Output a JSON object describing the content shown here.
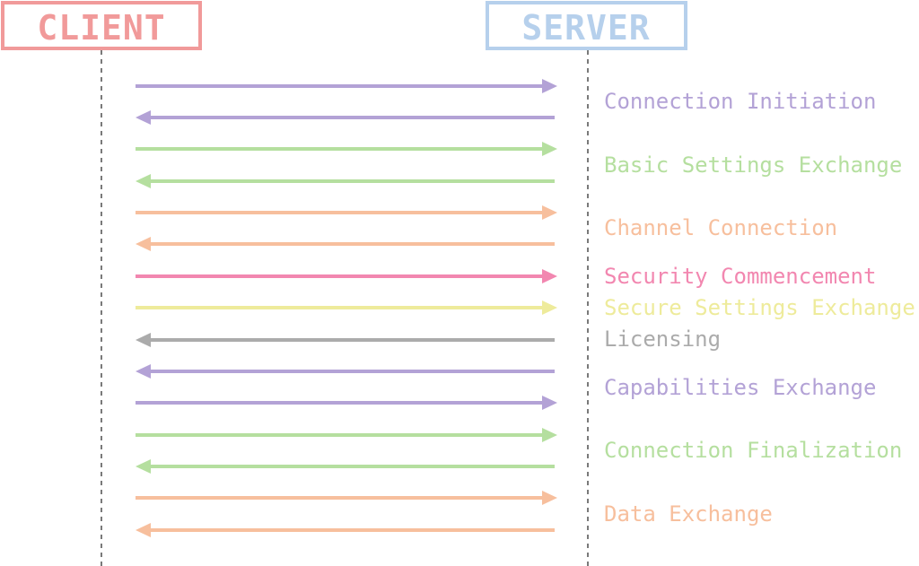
{
  "actors": {
    "client": {
      "label": "CLIENT",
      "color": "#f19a9a"
    },
    "server": {
      "label": "SERVER",
      "color": "#b6d0ec"
    }
  },
  "lifeline_color": "#7a7a7a",
  "messages": [
    {
      "direction": "to-server",
      "color": "#b3a2d6"
    },
    {
      "direction": "to-client",
      "color": "#b3a2d6"
    },
    {
      "direction": "to-server",
      "color": "#b5df9f"
    },
    {
      "direction": "to-client",
      "color": "#b5df9f"
    },
    {
      "direction": "to-server",
      "color": "#f7bf9d"
    },
    {
      "direction": "to-client",
      "color": "#f7bf9d"
    },
    {
      "direction": "to-server",
      "color": "#f287b0"
    },
    {
      "direction": "to-server",
      "color": "#eeeb9b"
    },
    {
      "direction": "to-client",
      "color": "#ababab"
    },
    {
      "direction": "to-client",
      "color": "#b3a2d6"
    },
    {
      "direction": "to-server",
      "color": "#b3a2d6"
    },
    {
      "direction": "to-server",
      "color": "#b5df9f"
    },
    {
      "direction": "to-client",
      "color": "#b5df9f"
    },
    {
      "direction": "to-server",
      "color": "#f7bf9d"
    },
    {
      "direction": "to-client",
      "color": "#f7bf9d"
    }
  ],
  "phases": [
    {
      "label": "Connection Initiation",
      "color": "#b3a2d6"
    },
    {
      "label": "Basic Settings Exchange",
      "color": "#b5df9f"
    },
    {
      "label": "Channel Connection",
      "color": "#f7bf9d"
    },
    {
      "label": "Security Commencement",
      "color": "#f287b0"
    },
    {
      "label": "Secure Settings Exchange",
      "color": "#eeeb9b"
    },
    {
      "label": "Licensing",
      "color": "#ababab"
    },
    {
      "label": "Capabilities Exchange",
      "color": "#b3a2d6"
    },
    {
      "label": "Connection Finalization",
      "color": "#b5df9f"
    },
    {
      "label": "Data Exchange",
      "color": "#f7bf9d"
    }
  ]
}
